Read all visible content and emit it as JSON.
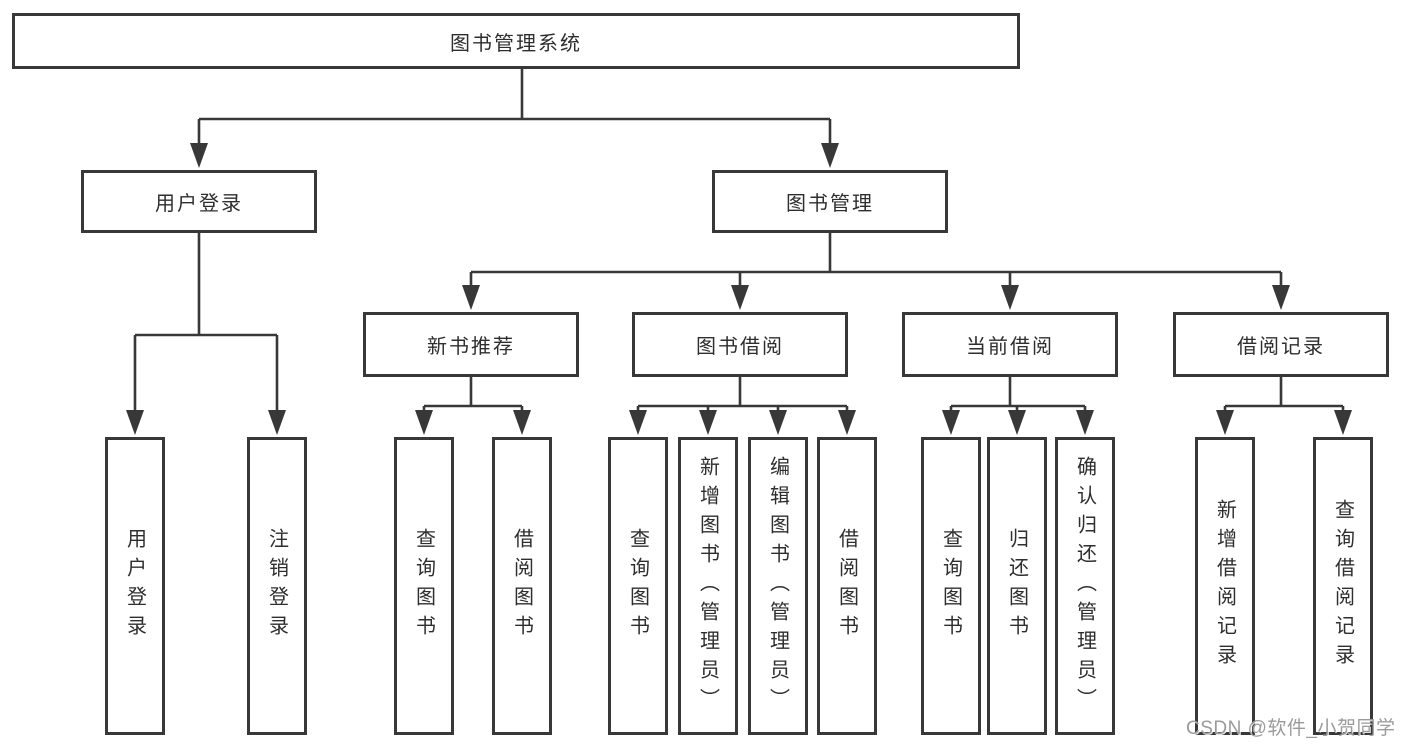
{
  "diagram": {
    "background_color": "#ffffff",
    "line_color": "#383838",
    "text_color": "#2e2e2e",
    "nodes": {
      "root": {
        "label": "图书管理系统"
      },
      "userLogin": {
        "label": "用户登录"
      },
      "bookMgmt": {
        "label": "图书管理"
      },
      "login": {
        "label": "用户登录"
      },
      "logout": {
        "label": "注销登录"
      },
      "newBookRec": {
        "label": "新书推荐"
      },
      "bookBorrow": {
        "label": "图书借阅"
      },
      "currentBorrow": {
        "label": "当前借阅"
      },
      "borrowRecord": {
        "label": "借阅记录"
      },
      "nbrQueryBook": {
        "label": "查询图书"
      },
      "nbrBorrowBook": {
        "label": "借阅图书"
      },
      "bbQueryBook": {
        "label": "查询图书"
      },
      "bbAddBook": {
        "label": "新增图书（管理员）"
      },
      "bbEditBook": {
        "label": "编辑图书（管理员）"
      },
      "bbBorrowBook": {
        "label": "借阅图书"
      },
      "cbQueryBook": {
        "label": "查询图书"
      },
      "cbReturnBook": {
        "label": "归还图书"
      },
      "cbConfirmReturn": {
        "label": "确认归还（管理员）"
      },
      "brAddRecord": {
        "label": "新增借阅记录"
      },
      "brQueryRecord": {
        "label": "查询借阅记录"
      }
    },
    "edges": [
      {
        "from": "root",
        "to": [
          "userLogin",
          "bookMgmt"
        ]
      },
      {
        "from": "userLogin",
        "to": [
          "login",
          "logout"
        ]
      },
      {
        "from": "bookMgmt",
        "to": [
          "newBookRec",
          "bookBorrow",
          "currentBorrow",
          "borrowRecord"
        ]
      },
      {
        "from": "newBookRec",
        "to": [
          "nbrQueryBook",
          "nbrBorrowBook"
        ]
      },
      {
        "from": "bookBorrow",
        "to": [
          "bbQueryBook",
          "bbAddBook",
          "bbEditBook",
          "bbBorrowBook"
        ]
      },
      {
        "from": "currentBorrow",
        "to": [
          "cbQueryBook",
          "cbReturnBook",
          "cbConfirmReturn"
        ]
      },
      {
        "from": "borrowRecord",
        "to": [
          "brAddRecord",
          "brQueryRecord"
        ]
      }
    ],
    "watermark": {
      "text": "CSDN @软件_小贺同学",
      "color": "#9b9b9b"
    }
  }
}
